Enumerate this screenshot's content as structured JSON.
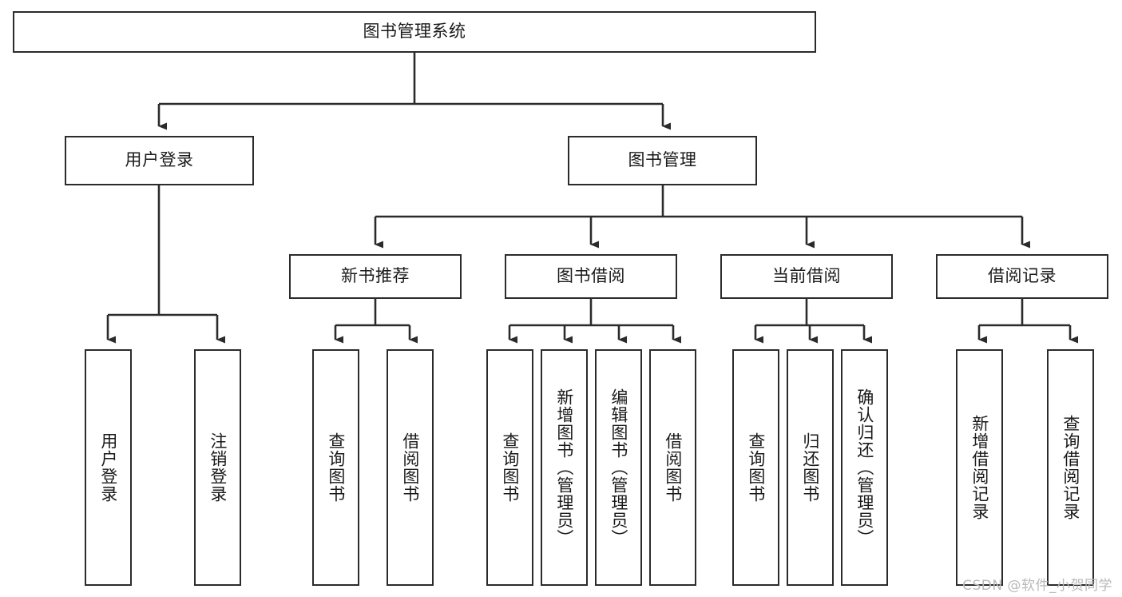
{
  "diagram": {
    "type": "tree-hierarchy-chart",
    "title": "图书管理系统",
    "orientation": "top-down",
    "colors": {
      "stroke": "#2b2b2b",
      "box_fill": "#ffffff",
      "text": "#1a1a1a",
      "watermark": "#b9b9b9",
      "background": "#ffffff"
    },
    "root": {
      "label": "图书管理系统"
    },
    "level2": [
      {
        "label": "用户登录"
      },
      {
        "label": "图书管理"
      }
    ],
    "level3": [
      {
        "label": "新书推荐"
      },
      {
        "label": "图书借阅"
      },
      {
        "label": "当前借阅"
      },
      {
        "label": "借阅记录"
      }
    ],
    "leaves": {
      "user_login": [
        {
          "label": "用户登录"
        },
        {
          "label": "注销登录"
        }
      ],
      "new_book_recommend": [
        {
          "label": "查询图书"
        },
        {
          "label": "借阅图书"
        }
      ],
      "book_borrow": [
        {
          "label": "查询图书"
        },
        {
          "label": "新增图书（管理员）"
        },
        {
          "label": "编辑图书（管理员）"
        },
        {
          "label": "借阅图书"
        }
      ],
      "current_borrow": [
        {
          "label": "查询图书"
        },
        {
          "label": "归还图书"
        },
        {
          "label": "确认归还（管理员）"
        }
      ],
      "borrow_record": [
        {
          "label": "新增借阅记录"
        },
        {
          "label": "查询借阅记录"
        }
      ]
    },
    "watermark": "CSDN @软件_小贺同学"
  }
}
